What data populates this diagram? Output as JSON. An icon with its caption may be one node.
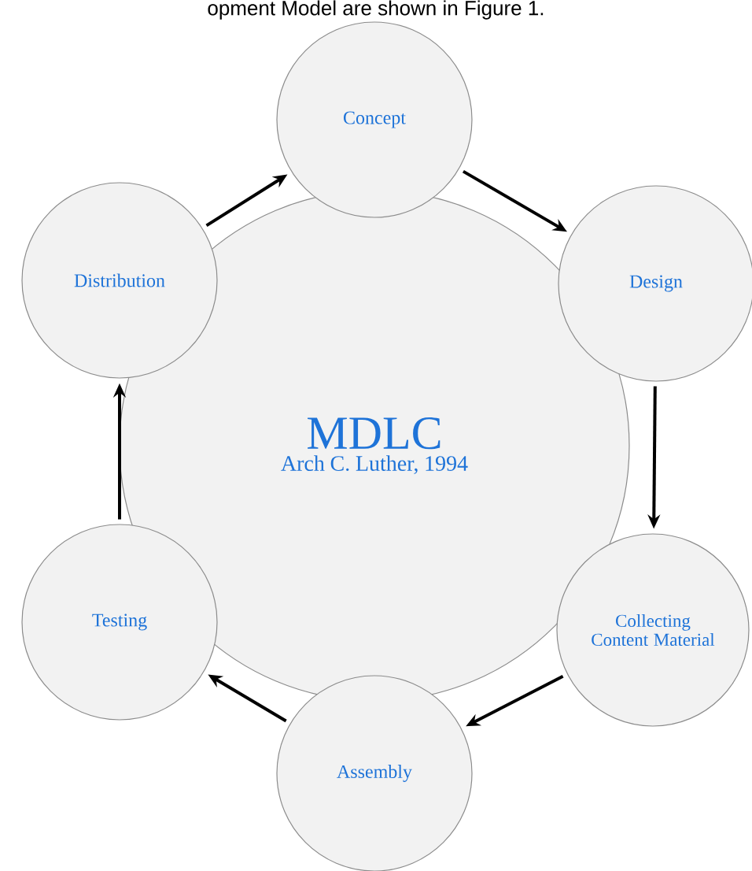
{
  "diagram": {
    "nodes": [
      {
        "text": [
          "MDLC",
          "Arch C. Luther, 1994"
        ]
      },
      {
        "text": [
          "Concept"
        ]
      },
      {
        "text": [
          "Design"
        ]
      },
      {
        "text": [
          "Collecting Content Material"
        ]
      },
      {
        "text": [
          "Assembly"
        ]
      },
      {
        "text": [
          "Testing"
        ]
      },
      {
        "text": [
          "Distribution"
        ]
      }
    ],
    "edges": [
      {
        "from": 1,
        "to": 2,
        "arrow": "to"
      },
      {
        "from": 2,
        "to": 3,
        "arrow": "to"
      },
      {
        "from": 3,
        "to": 4,
        "arrow": "to"
      },
      {
        "from": 4,
        "to": 5,
        "arrow": "to"
      },
      {
        "from": 5,
        "to": 6,
        "arrow": "to"
      },
      {
        "from": 6,
        "to": 1,
        "arrow": "to"
      }
    ],
    "labels": [
      "opment Model are shown in Figure 1."
    ]
  }
}
